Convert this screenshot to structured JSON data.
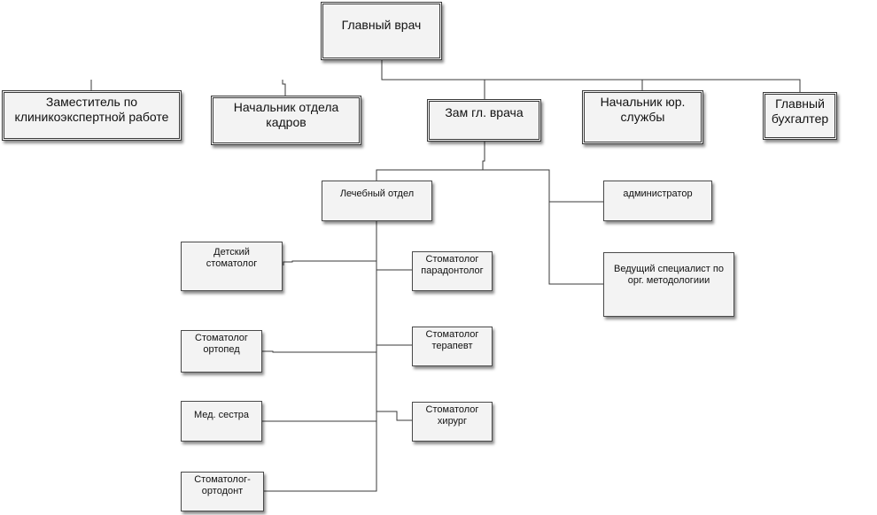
{
  "chart": {
    "chief": "Главный врач",
    "deputy_expert": "Заместитель по клиникоэкспертной работе",
    "hr_head": "Начальник отдела кадров",
    "deputy_chief": "Зам гл. врача",
    "legal_head": "Начальник юр. службы",
    "chief_accountant": "Главный бухгалтер",
    "medical_dept": "Лечебный отдел",
    "administrator": "администратор",
    "lead_specialist": "Ведущий специалист по орг. методологиии",
    "pediatric_dentist": "Детский стоматолог",
    "periodontist": "Стоматолог парадонтолог",
    "orthopedist": "Стоматолог ортопед",
    "therapist": "Стоматолог терапевт",
    "nurse": "Мед. сестра",
    "surgeon": "Стоматолог хирург",
    "orthodontist": "Стоматолог-ортодонт"
  }
}
